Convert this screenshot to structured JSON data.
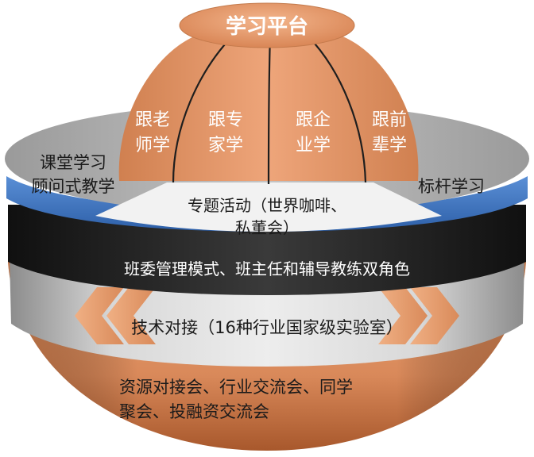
{
  "diagram": {
    "title": "学习平台",
    "dome_segments": [
      {
        "line1": "跟老",
        "line2": "师学"
      },
      {
        "line1": "跟专",
        "line2": "家学"
      },
      {
        "line1": "跟企",
        "line2": "业学"
      },
      {
        "line1": "跟前",
        "line2": "辈学"
      }
    ],
    "disc": {
      "left_line1": "课堂学习",
      "left_line2": "顾问式教学",
      "right": "标杆学习",
      "center_line1": "专题活动（世界咖啡、",
      "center_line2": "私董会）"
    },
    "band_text": "班委管理模式、班主任和辅导教练双角色",
    "tech_text": "技术对接（16种行业国家级实验室）",
    "bottom_line1": "资源对接会、行业交流会、同学",
    "bottom_line2": "聚会、投融资交流会"
  },
  "colors": {
    "orange": "#e29764",
    "orange_dark": "#b86a3a",
    "gray_disc": "#a9a9a9",
    "blue_band": "#3f77c0",
    "black_band": "#202020",
    "text_dark": "#1a1a1a",
    "text_white": "#ffffff"
  }
}
